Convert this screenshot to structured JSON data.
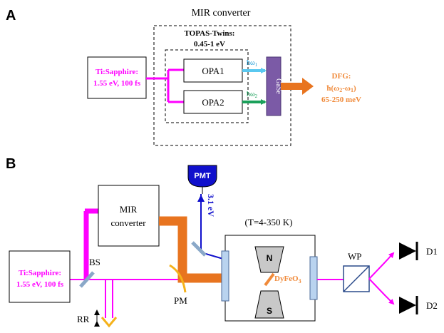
{
  "colors": {
    "magenta": "#ff00ff",
    "orange": "#e8741f",
    "orange_text": "#f08a3a",
    "blue": "#1010cc",
    "light_blue": "#5ac8f0",
    "green": "#1aa05a",
    "purple": "#7b5aa6",
    "gold": "#f5b21b",
    "window": "#b9d3ef",
    "magnet": "#c8c8c8"
  },
  "panel_a": {
    "label": "A",
    "mir_converter_title": "MIR converter",
    "topas_line1": "TOPAS-Twins:",
    "topas_line2": "0.45-1 eV",
    "laser_line1": "Ti:Sapphire:",
    "laser_line2": "1.55 eV, 100 fs",
    "opa1": "OPA1",
    "opa2": "OPA2",
    "omega1": "ħω",
    "omega1_sub": "1",
    "omega2": "ħω",
    "omega2_sub": "2",
    "crystal": "GaSe",
    "dfg_line1": "DFG:",
    "dfg_line2_a": "ħ(ω",
    "dfg_line2_sub1": "2",
    "dfg_line2_b": "-ω",
    "dfg_line2_sub2": "1",
    "dfg_line2_c": ")",
    "dfg_line3": "65-250 meV"
  },
  "panel_b": {
    "label": "B",
    "pmt": "PMT",
    "energy": "3.1 eV",
    "mir_line1": "MIR",
    "mir_line2": "converter",
    "temperature": "(T=4-350 K)",
    "laser_line1": "Ti:Sapphire:",
    "laser_line2": "1.55 eV, 100 fs",
    "bs": "BS",
    "pm": "PM",
    "rr": "RR",
    "magnet_n": "N",
    "magnet_s": "S",
    "sample": "DyFeO",
    "sample_sub": "3",
    "wp": "WP",
    "d1": "D1",
    "d2": "D2"
  }
}
